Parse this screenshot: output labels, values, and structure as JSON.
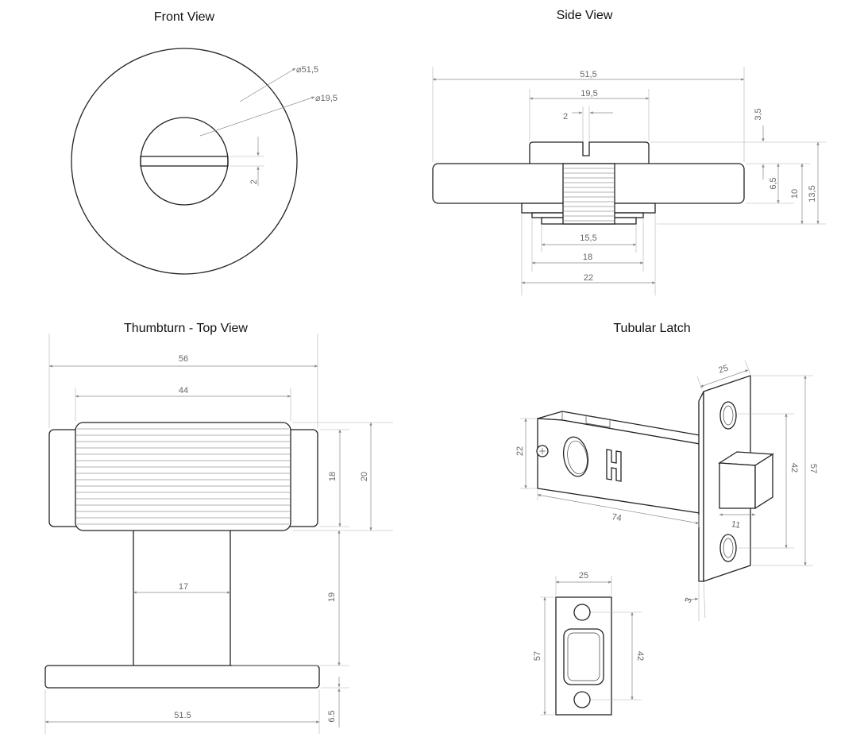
{
  "views": {
    "front": {
      "title": "Front View",
      "dims": {
        "rose_diameter": "51,5",
        "knob_diameter": "19,5",
        "slot_width": "2"
      }
    },
    "side": {
      "title": "Side View",
      "dims": {
        "rose_diameter": "51,5",
        "knob_diameter": "19,5",
        "slot_width": "2",
        "knob_height": "3,5",
        "rose_thickness": "6,5",
        "rose_plus_knob": "10",
        "total_height": "13,5",
        "spindle": "15,5",
        "collar_inner": "18",
        "collar_outer": "22"
      }
    },
    "thumbturn": {
      "title": "Thumbturn - Top View",
      "dims": {
        "overall_width": "56",
        "grip_width": "44",
        "grip_inner_height": "18",
        "grip_height": "20",
        "stem_width": "17",
        "stem_height": "19",
        "base_width": "51.5",
        "base_thickness": "6.5"
      }
    },
    "latch": {
      "title": "Tubular Latch",
      "dims": {
        "faceplate_width": "25",
        "backset": "74",
        "body_height": "22",
        "hole_spacing": "42",
        "faceplate_height": "57",
        "bolt_projection": "11",
        "plate_thickness": "3",
        "front_width": "25",
        "front_height": "57",
        "front_hole_spacing": "42"
      }
    }
  }
}
